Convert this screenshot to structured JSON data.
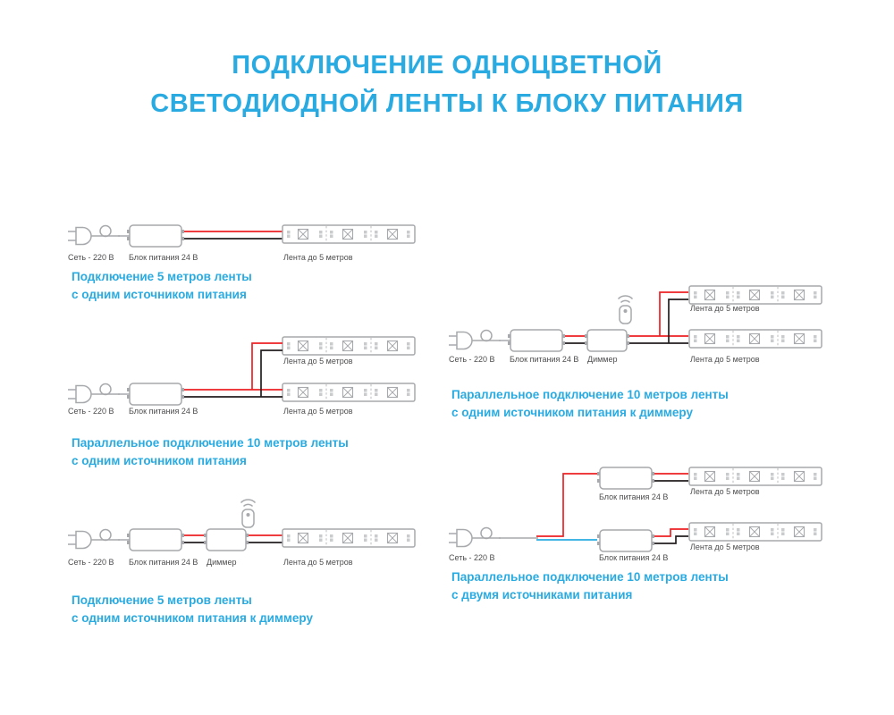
{
  "title": {
    "line1": "ПОДКЛЮЧЕНИЕ ОДНОЦВЕТНОЙ",
    "line2": "СВЕТОДИОДНОЙ ЛЕНТЫ К БЛОКУ ПИТАНИЯ"
  },
  "labels": {
    "mains": "Сеть - 220 В",
    "psu": "Блок питания 24 В",
    "dimmer": "Диммер",
    "strip": "Лента до 5 метров"
  },
  "diagrams": [
    {
      "caption1": "Подключение 5 метров ленты",
      "caption2": "с одним источником питания"
    },
    {
      "caption1": "Параллельное подключение 10 метров ленты",
      "caption2": "с одним источником питания"
    },
    {
      "caption1": "Подключение 5 метров ленты",
      "caption2": "с одним источником питания к диммеру"
    },
    {
      "caption1": "Параллельное подключение 10 метров ленты",
      "caption2": "с одним источником питания к диммеру"
    },
    {
      "caption1": "Параллельное подключение 10 метров ленты",
      "caption2": "с двумя источниками питания"
    }
  ],
  "colors": {
    "accent": "#29abe2",
    "wire_red": "#ed2024",
    "wire_black": "#231f20",
    "wire_blue": "#29abe2",
    "outline_gray": "#a7a9ac",
    "label_text": "#4d4d4f"
  }
}
